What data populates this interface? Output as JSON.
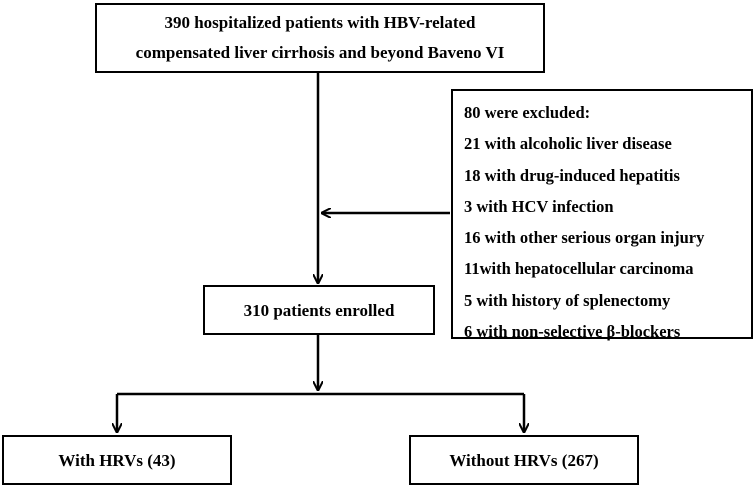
{
  "top_box": {
    "lines": [
      "390 hospitalized patients with HBV-related",
      "compensated liver cirrhosis and beyond Baveno VI"
    ]
  },
  "exclusion_box": {
    "lines": [
      "80 were excluded:",
      "21 with alcoholic liver disease",
      "18 with drug-induced hepatitis",
      "3 with HCV infection",
      "16 with other serious organ injury",
      "11with hepatocellular carcinoma",
      "5 with history of splenectomy",
      "6 with non-selective β-blockers"
    ]
  },
  "enrolled_box": {
    "label": "310 patients enrolled"
  },
  "left_box": {
    "label": "With HRVs (43)"
  },
  "right_box": {
    "label": "Without HRVs (267)"
  }
}
